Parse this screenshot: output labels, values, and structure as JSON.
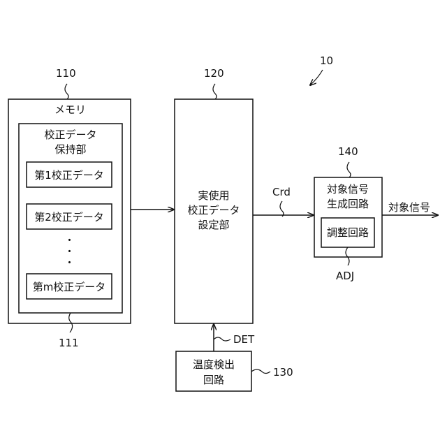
{
  "figure_ref": "10",
  "memory": {
    "ref": "110",
    "title": "メモリ",
    "holder": {
      "ref": "111",
      "title_line1": "校正データ",
      "title_line2": "保持部",
      "items": [
        "第1校正データ",
        "第2校正データ",
        "第m校正データ"
      ],
      "ellipsis": "・"
    }
  },
  "setting_unit": {
    "ref": "120",
    "line1": "実使用",
    "line2": "校正データ",
    "line3": "設定部"
  },
  "temp_circuit": {
    "ref": "130",
    "line1": "温度検出",
    "line2": "回路",
    "signal": "DET"
  },
  "target_gen": {
    "ref": "140",
    "line1": "対象信号",
    "line2": "生成回路",
    "adj_box": "調整回路",
    "adj_label": "ADJ"
  },
  "signals": {
    "crd": "Crd",
    "output": "対象信号"
  }
}
